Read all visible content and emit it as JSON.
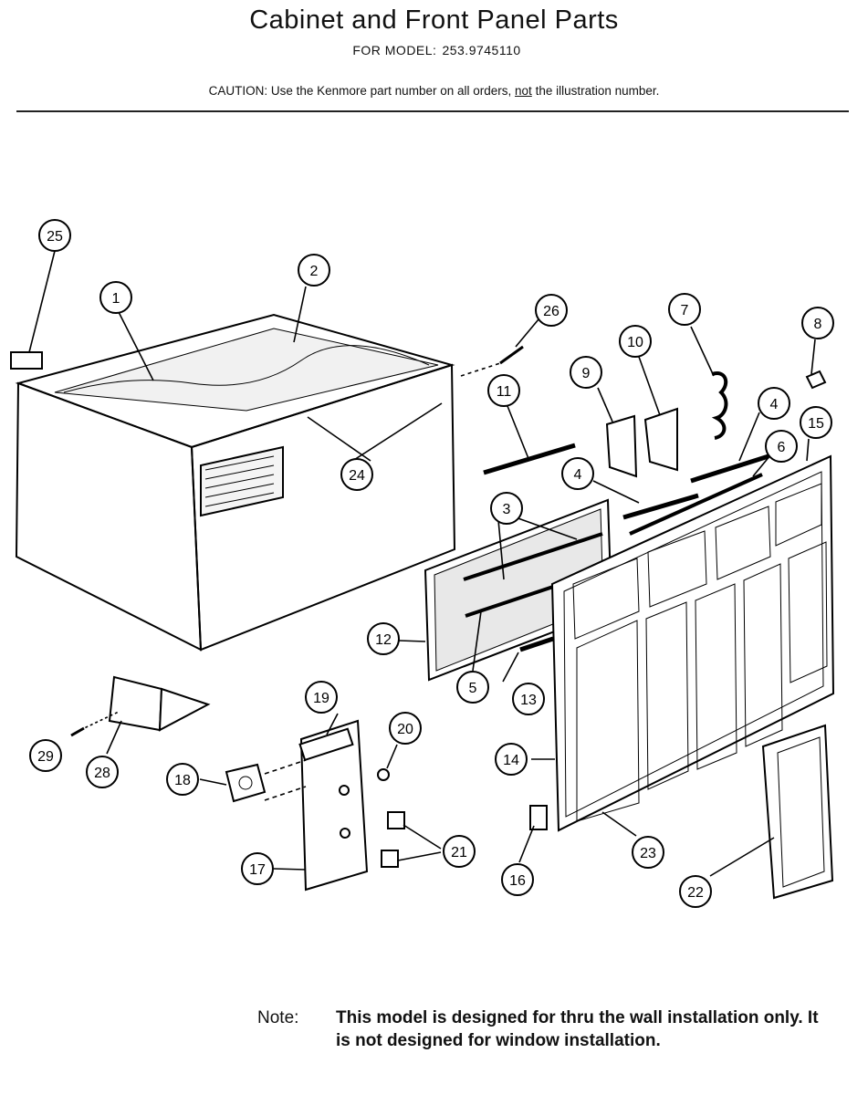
{
  "header": {
    "title": "Cabinet and Front Panel Parts",
    "model_label": "FOR MODEL:",
    "model_number": "253.9745110",
    "caution_prefix": "CAUTION: Use the Kenmore part number on all orders,",
    "caution_underlined": "not",
    "caution_suffix": "the illustration number."
  },
  "callouts": [
    "25",
    "2",
    "1",
    "26",
    "7",
    "8",
    "10",
    "9",
    "11",
    "4",
    "15",
    "6",
    "24",
    "4",
    "3",
    "12",
    "5",
    "13",
    "14",
    "19",
    "20",
    "29",
    "28",
    "18",
    "21",
    "17",
    "16",
    "23",
    "22"
  ],
  "note": {
    "label": "Note:",
    "text": "This model is designed for thru the wall installation only. It is not designed for window installation."
  }
}
